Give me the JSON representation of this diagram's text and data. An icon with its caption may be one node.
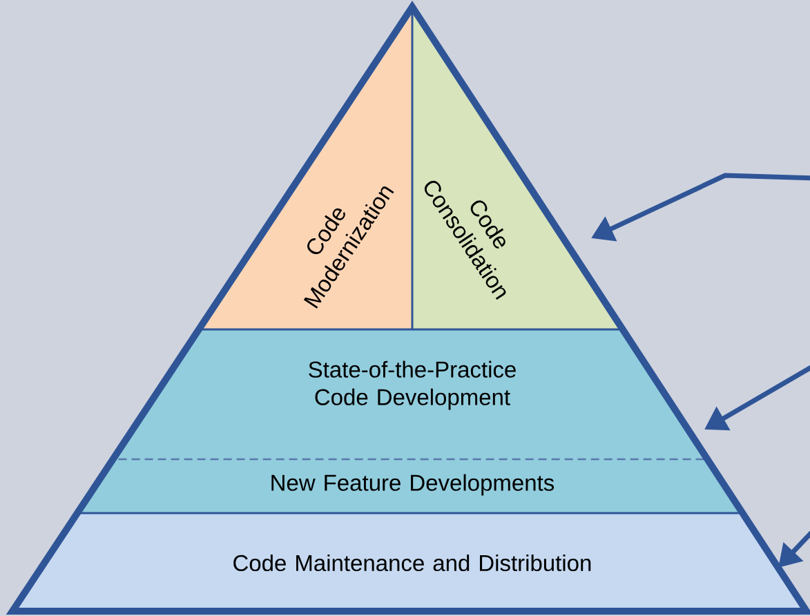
{
  "diagram": {
    "nodes": [
      {
        "text": [
          "Code Modernization"
        ]
      },
      {
        "text": [
          "Code Consolidation"
        ]
      },
      {
        "text": [
          "State-of-the-Practice Code Development"
        ]
      },
      {
        "text": [
          "New Feature Developments"
        ]
      },
      {
        "text": [
          "Code Maintenance and Distribution"
        ]
      }
    ],
    "edges": [
      {
        "from": null,
        "to": 1,
        "arrow": "to"
      },
      {
        "from": null,
        "to": 2,
        "arrow": "to"
      },
      {
        "from": null,
        "to": 4,
        "arrow": "to"
      }
    ]
  }
}
